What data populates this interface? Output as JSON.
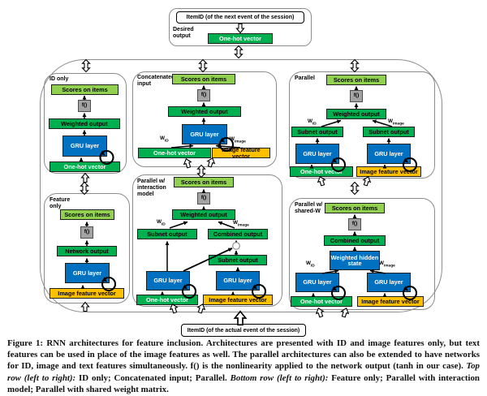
{
  "top": {
    "itemid_next": "ItemID (of the next event of the session)",
    "desired_output": "Desired output"
  },
  "bottom": {
    "itemid_actual": "ItemID (of the actual event of the session)"
  },
  "labels": {
    "scores": "Scores on items",
    "f": "f()",
    "weighted_output": "Weighted output",
    "network_output": "Network output",
    "subnet_output": "Subnet output",
    "combined_output": "Combined output",
    "weighted_hidden_state": "Weighted hidden state",
    "gru": "GRU layer",
    "one_hot": "One-hot vector",
    "image_feature": "Image feature vector",
    "w": "W",
    "w_id_sub": "ID",
    "w_image_sub": "image"
  },
  "panels": {
    "id_only": {
      "title": "ID only"
    },
    "concat": {
      "title": "Concatenated input"
    },
    "parallel": {
      "title": "Parallel"
    },
    "feature_only": {
      "title": "Feature only"
    },
    "interaction": {
      "title": "Parallel w/ interaction model"
    },
    "shared_w": {
      "title": "Parallel w/ shared-W"
    }
  },
  "caption": {
    "part1": "Figure 1: RNN architectures for feature inclusion. Architectures are presented with ID and image features only, but text features can be used in place of the image features as well. The parallel architectures can also be extended to have networks for ID, image and text features simultaneously. f() is the nonlinearity applied to the network output (tanh in our case). ",
    "top_row_italic": "Top row (left to right):",
    "part2": " ID only; Concatenated input; Parallel. ",
    "bottom_row_italic": "Bottom row (left to right):",
    "part3": " Feature only; Parallel with interaction model; Parallel with shared weight matrix."
  },
  "colors": {
    "light_green": "#92D050",
    "green": "#00B050",
    "blue": "#0070C0",
    "orange": "#FFC000",
    "gray_f": "#A3A3A3"
  }
}
